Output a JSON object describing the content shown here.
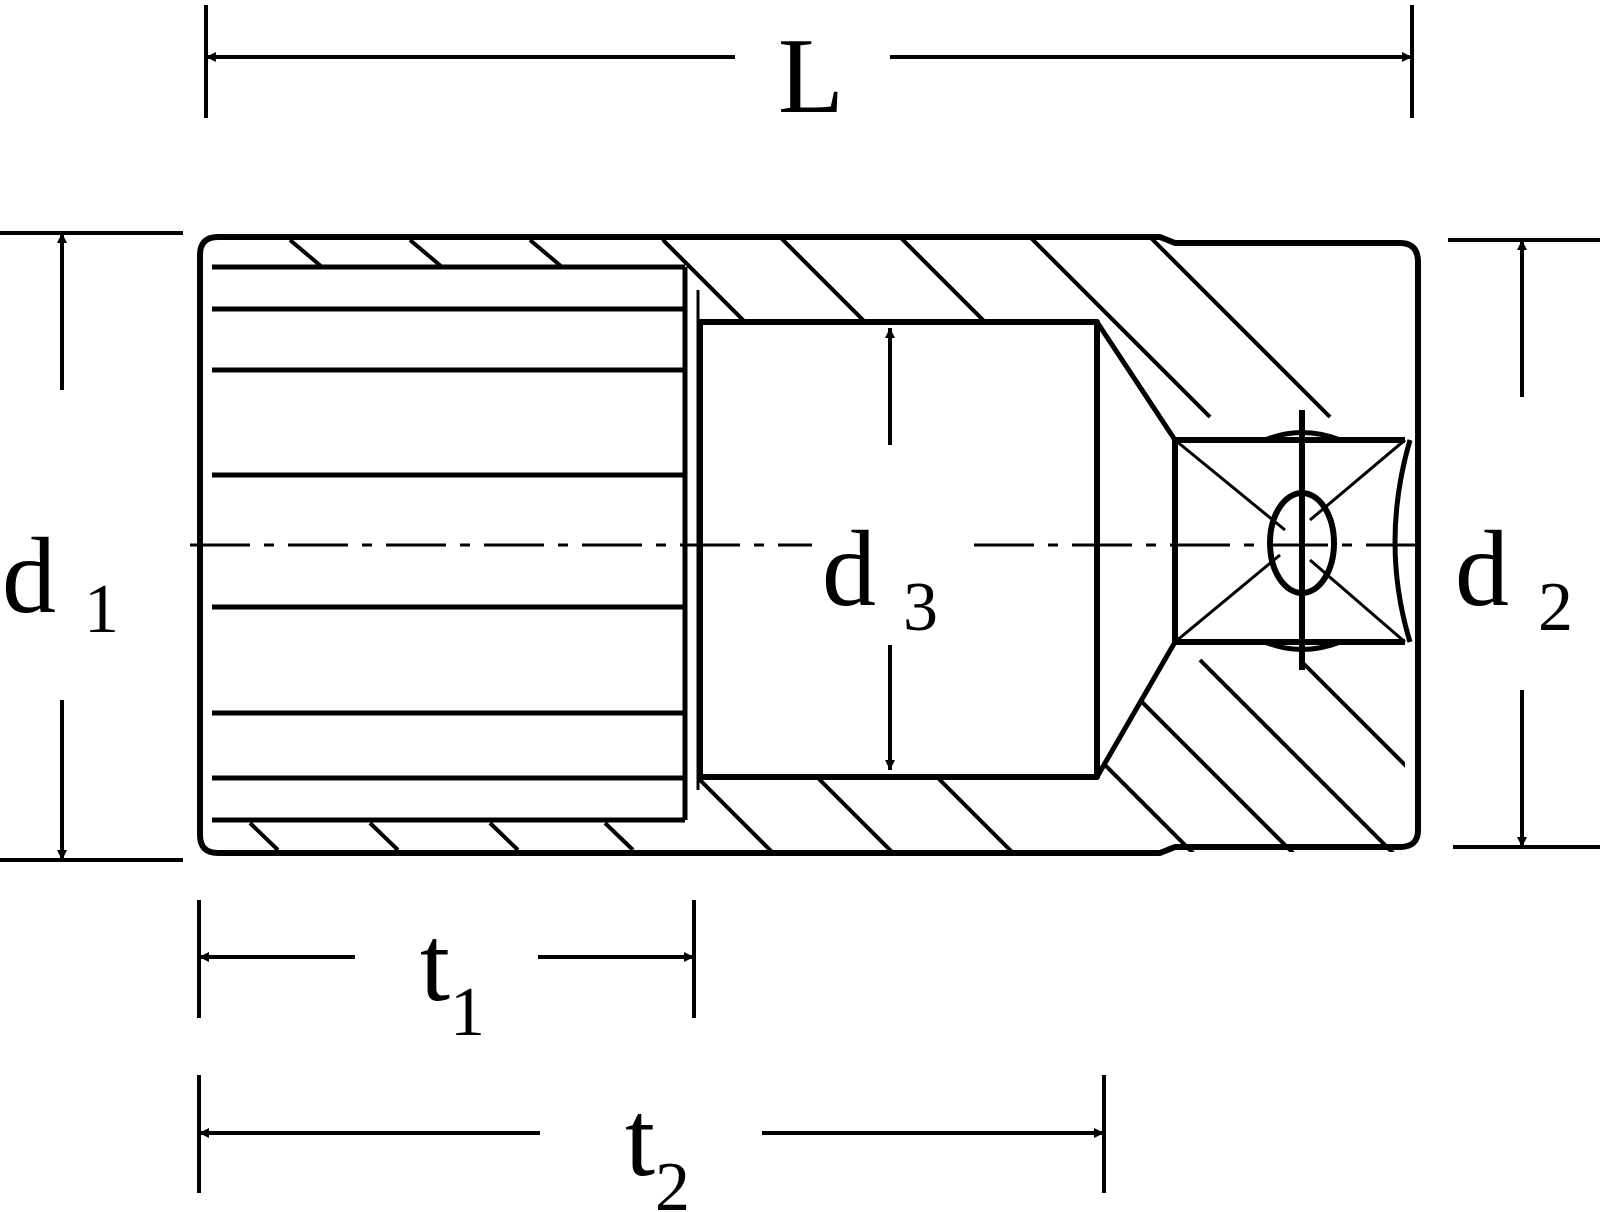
{
  "drawing": {
    "ink_color": "#000000",
    "background_color": "#ffffff",
    "labels": {
      "L": "L",
      "d1_main": "d",
      "d1_sub": "1",
      "d2_main": "d",
      "d2_sub": "2",
      "d3_main": "d",
      "d3_sub": "3",
      "t1_main": "t",
      "t1_sub": "1",
      "t2_main": "t",
      "t2_sub": "2"
    }
  }
}
